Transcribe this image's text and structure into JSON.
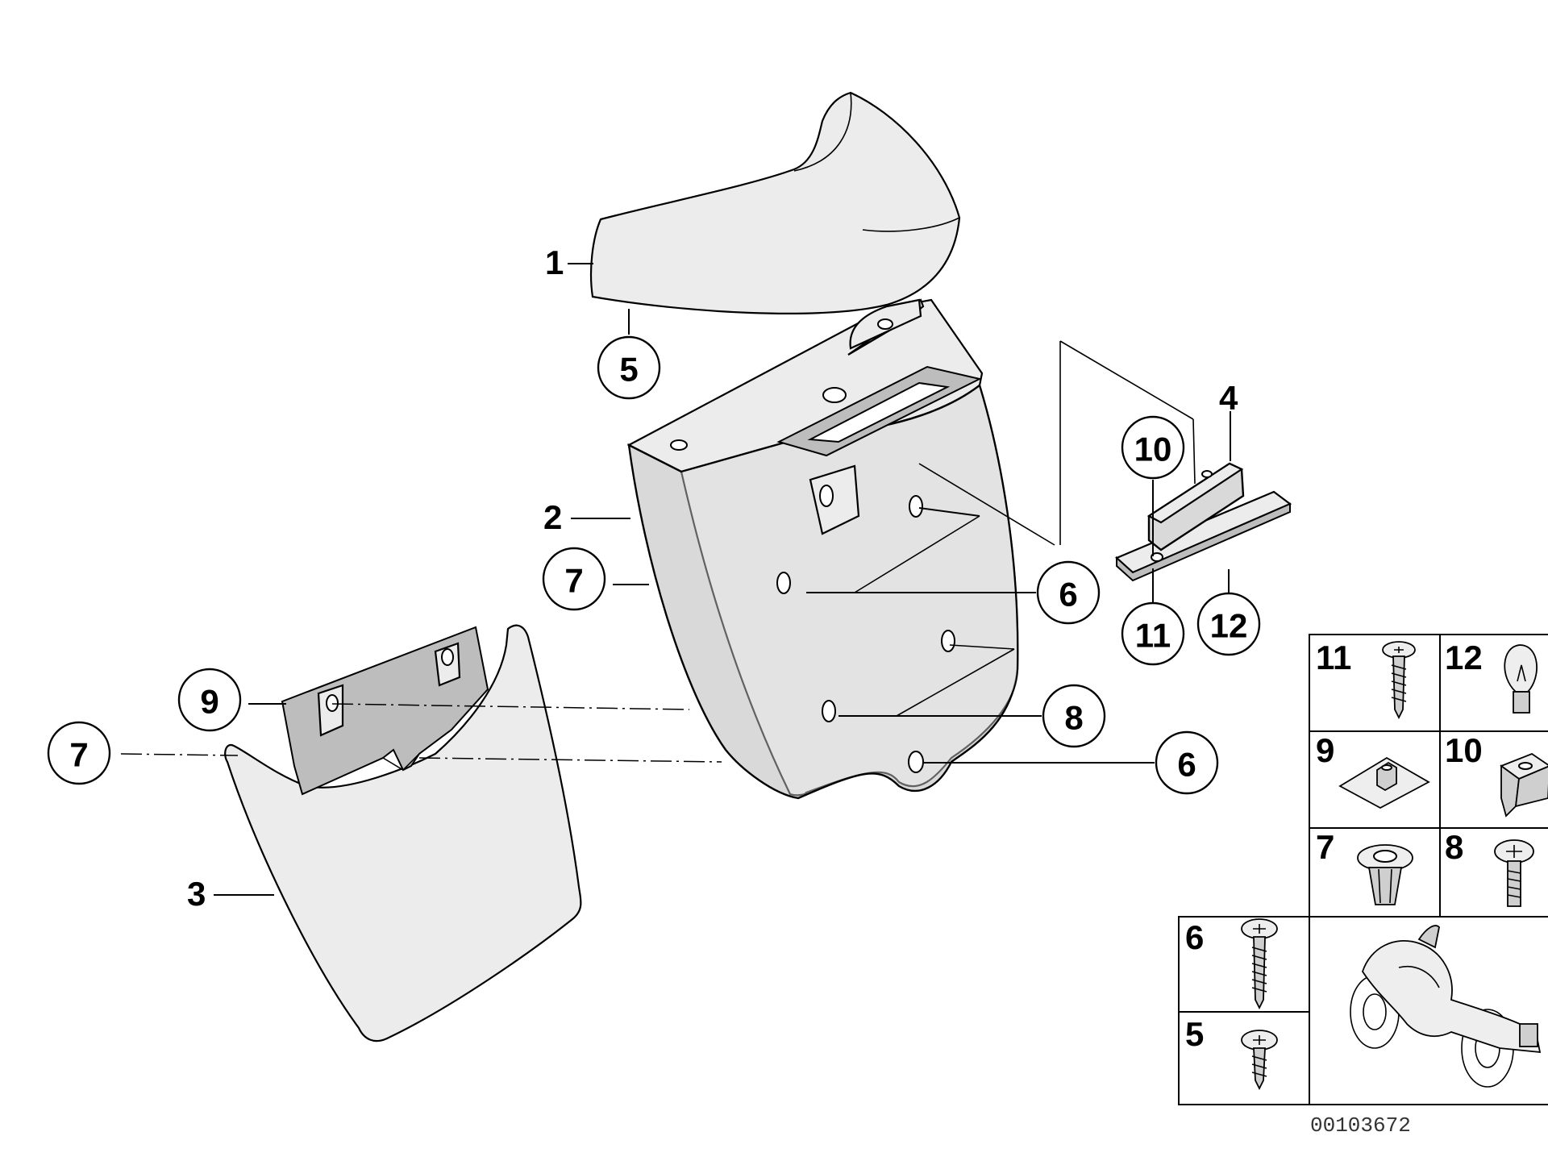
{
  "diagram": {
    "image_code": "00103672",
    "part_labels": {
      "p1": "1",
      "p2": "2",
      "p3": "3",
      "p4": "4"
    },
    "callouts": {
      "c5": "5",
      "c7a": "7",
      "c9": "9",
      "c7b": "7",
      "c6a": "6",
      "c8": "8",
      "c6b": "6",
      "c10": "10",
      "c11": "11",
      "c12": "12"
    },
    "legend": {
      "l11": "11",
      "l12": "12",
      "l9": "9",
      "l10": "10",
      "l7": "7",
      "l8": "8",
      "l6": "6",
      "l5": "5"
    }
  }
}
